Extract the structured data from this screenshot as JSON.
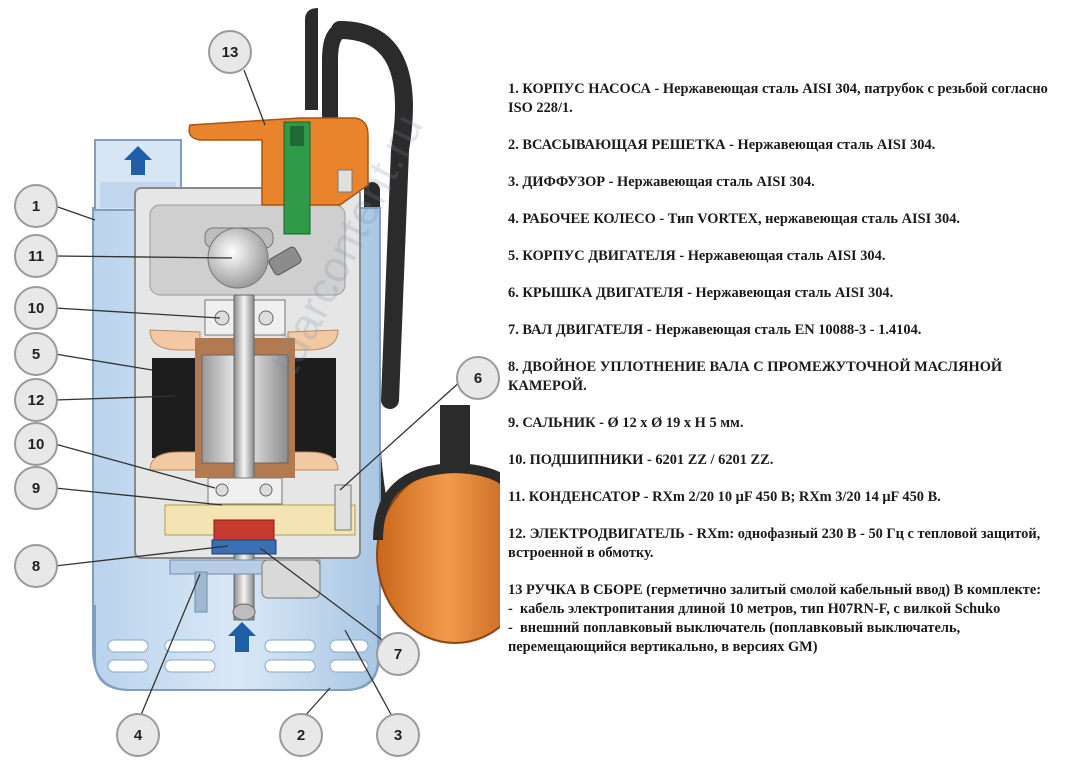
{
  "callouts": [
    {
      "id": "c13",
      "num": "13"
    },
    {
      "id": "c1",
      "num": "1"
    },
    {
      "id": "c11",
      "num": "11"
    },
    {
      "id": "c10a",
      "num": "10"
    },
    {
      "id": "c5",
      "num": "5"
    },
    {
      "id": "c12",
      "num": "12"
    },
    {
      "id": "c10b",
      "num": "10"
    },
    {
      "id": "c9",
      "num": "9"
    },
    {
      "id": "c8",
      "num": "8"
    },
    {
      "id": "c6",
      "num": "6"
    },
    {
      "id": "c7",
      "num": "7"
    },
    {
      "id": "c4",
      "num": "4"
    },
    {
      "id": "c2",
      "num": "2"
    },
    {
      "id": "c3",
      "num": "3"
    }
  ],
  "specs": [
    "1. КОРПУС НАСОСА - Нержавеющая сталь AISI 304, патрубок с резьбой согласно ISO 228/1.",
    "2. ВСАСЫВАЮЩАЯ РЕШЕТКА - Нержавеющая сталь AISI 304.",
    "3. ДИФФУЗОР - Нержавеющая сталь AISI 304.",
    "4. РАБОЧЕЕ КОЛЕСО - Тип VORTEX, нержавеющая сталь AISI 304.",
    "5. КОРПУС ДВИГАТЕЛЯ - Нержавеющая сталь AISI 304.",
    "6. КРЫШКА ДВИГАТЕЛЯ - Нержавеющая сталь AISI 304.",
    "7. ВАЛ ДВИГАТЕЛЯ - Нержавеющая сталь EN 10088-3 - 1.4104.",
    "8. ДВОЙНОЕ УПЛОТНЕНИЕ ВАЛА С ПРОМЕЖУТОЧНОЙ МАСЛЯНОЙ КАМЕРОЙ.",
    "9. САЛЬНИК - Ø 12 x Ø 19 x H 5 мм.",
    "10. ПОДШИПНИКИ - 6201 ZZ / 6201 ZZ.",
    "11. КОНДЕНСАТОР - RXm 2/20 10 μF 450 В; RXm 3/20 14 μF 450 В.",
    "12. ЭЛЕКТРОДВИГАТЕЛЬ - RXm: однофазный 230 В - 50 Гц с тепловой защитой, встроенной в обмотку."
  ],
  "spec13": {
    "title": "13 РУЧКА В СБОРЕ (герметично залитый смолой кабельный ввод) В комплекте:",
    "items": [
      "кабель электропитания длиной 10 метров, тип H07RN-F, с вилкой Schuko",
      "внешний поплавковый выключатель (поплавковый выключатель, перемещающийся вертикально, в версиях GM)"
    ],
    "dash": "-"
  },
  "watermark": "tdarcontent.ru",
  "colors": {
    "body_blue": "#c9def1",
    "body_blue_dark": "#a9c6e3",
    "handle_orange": "#e9842c",
    "float_orange": "#e37a22",
    "cable_black": "#2b2b2b",
    "motor_grey": "#d4d4d4",
    "arrow_blue": "#1f5fa8",
    "copper": "#c98a5a"
  }
}
